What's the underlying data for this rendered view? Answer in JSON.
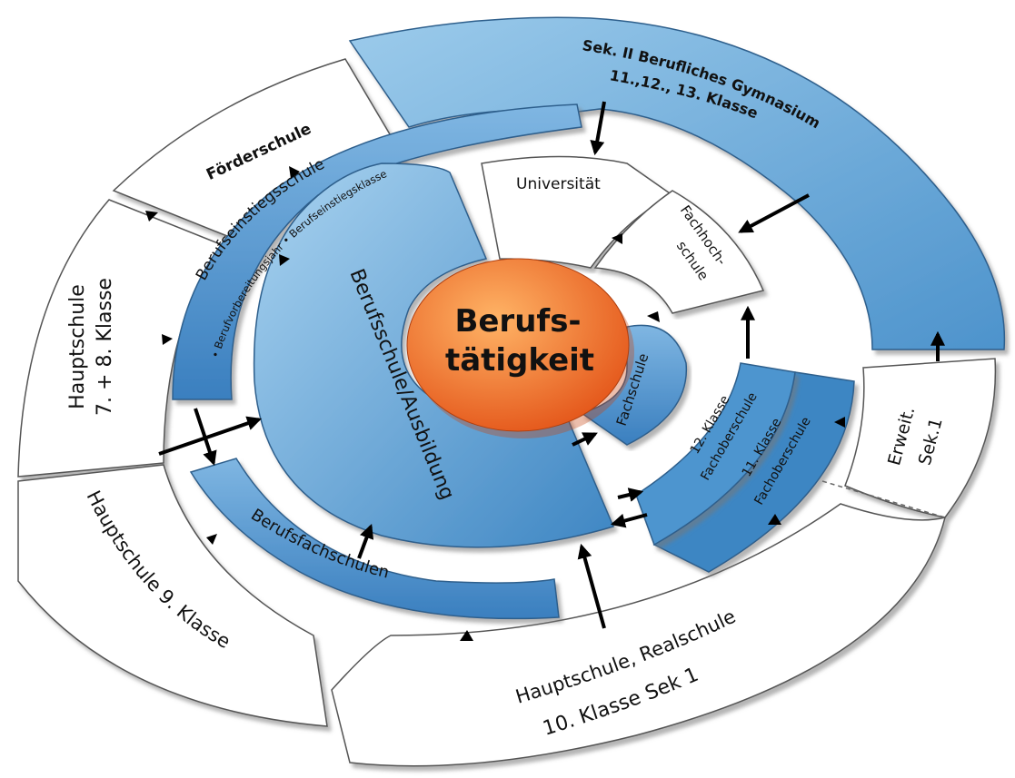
{
  "center": {
    "line1": "Berufs-",
    "line2": "tätigkeit"
  },
  "labels": {
    "berufsschule": "Berufsschule/Ausbildung",
    "berufseinstiegsschule": "Berufseinstiegsschule",
    "berufseinstiegs_sub": "• Berufvorbereitungsjahr • Berufseinstiegsklasse",
    "berufsfachschulen": "Berufsfachschulen",
    "fachschule": "Fachschule",
    "fos12_line1": "12. Klasse",
    "fos12_line2": "Fachoberschule",
    "fos11_line1": "11. Klasse",
    "fos11_line2": "Fachoberschule",
    "universitaet": "Universität",
    "fachhochschule_line1": "Fachhoch-",
    "fachhochschule_line2": "schule",
    "sek2_line1": "Sek. II Berufliches Gymnasium",
    "sek2_line2": "11.,12., 13. Klasse",
    "foerderschule": "Förderschule",
    "hs78_line1": "Hauptschule",
    "hs78_line2": "7. + 8. Klasse",
    "hs9": "Hauptschule 9. Klasse",
    "hs10_line1": "Hauptschule, Realschule",
    "hs10_line2": "10. Klasse Sek 1",
    "erweit_line1": "Erweit.",
    "erweit_line2": "Sek.1"
  },
  "colors": {
    "blue_light": "#8fc3e8",
    "blue_dark": "#3d87c4",
    "center_light": "#ffb060",
    "center_dark": "#e65a14",
    "outline": "#4a4a4a"
  }
}
